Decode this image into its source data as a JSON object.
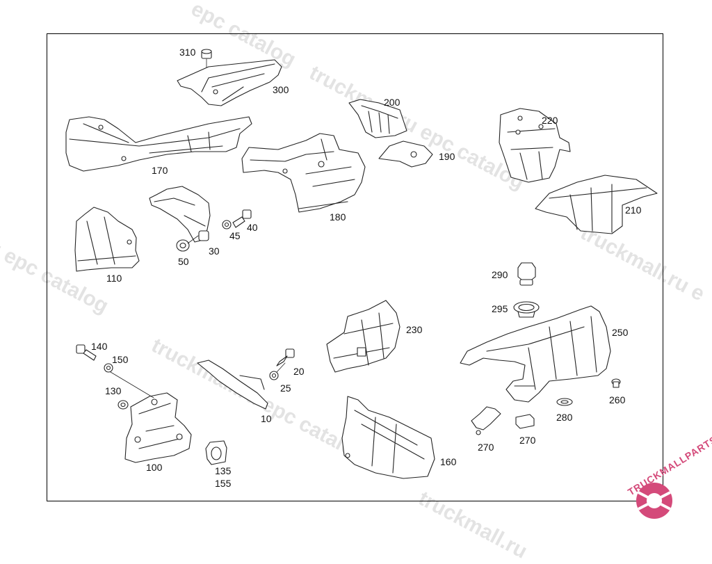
{
  "watermarks": {
    "catalog_top": "epc catalog",
    "truckmall_mid": "truckmall.ru epc catalog",
    "right_mid": "truckmall.ru e",
    "left_mid": "u epc catalog",
    "left_lower": "truckmall.ru epc catalog",
    "bottom_center": "truckmall.ru"
  },
  "logo": {
    "text": "TRUCKMALLPARTS",
    "color": "#d44a7a"
  },
  "callouts": {
    "p310": "310",
    "p300": "300",
    "p200": "200",
    "p190": "190",
    "p220": "220",
    "p210": "210",
    "p170": "170",
    "p180": "180",
    "p110": "110",
    "p30": "30",
    "p40": "40",
    "p45": "45",
    "p50": "50",
    "p290": "290",
    "p295": "295",
    "p250": "250",
    "p260": "260",
    "p280": "280",
    "p270a": "270",
    "p270b": "270",
    "p230": "230",
    "p160": "160",
    "p20": "20",
    "p25": "25",
    "p10": "10",
    "p140": "140",
    "p150": "150",
    "p130": "130",
    "p100": "100",
    "p135": "135",
    "p155": "155"
  }
}
